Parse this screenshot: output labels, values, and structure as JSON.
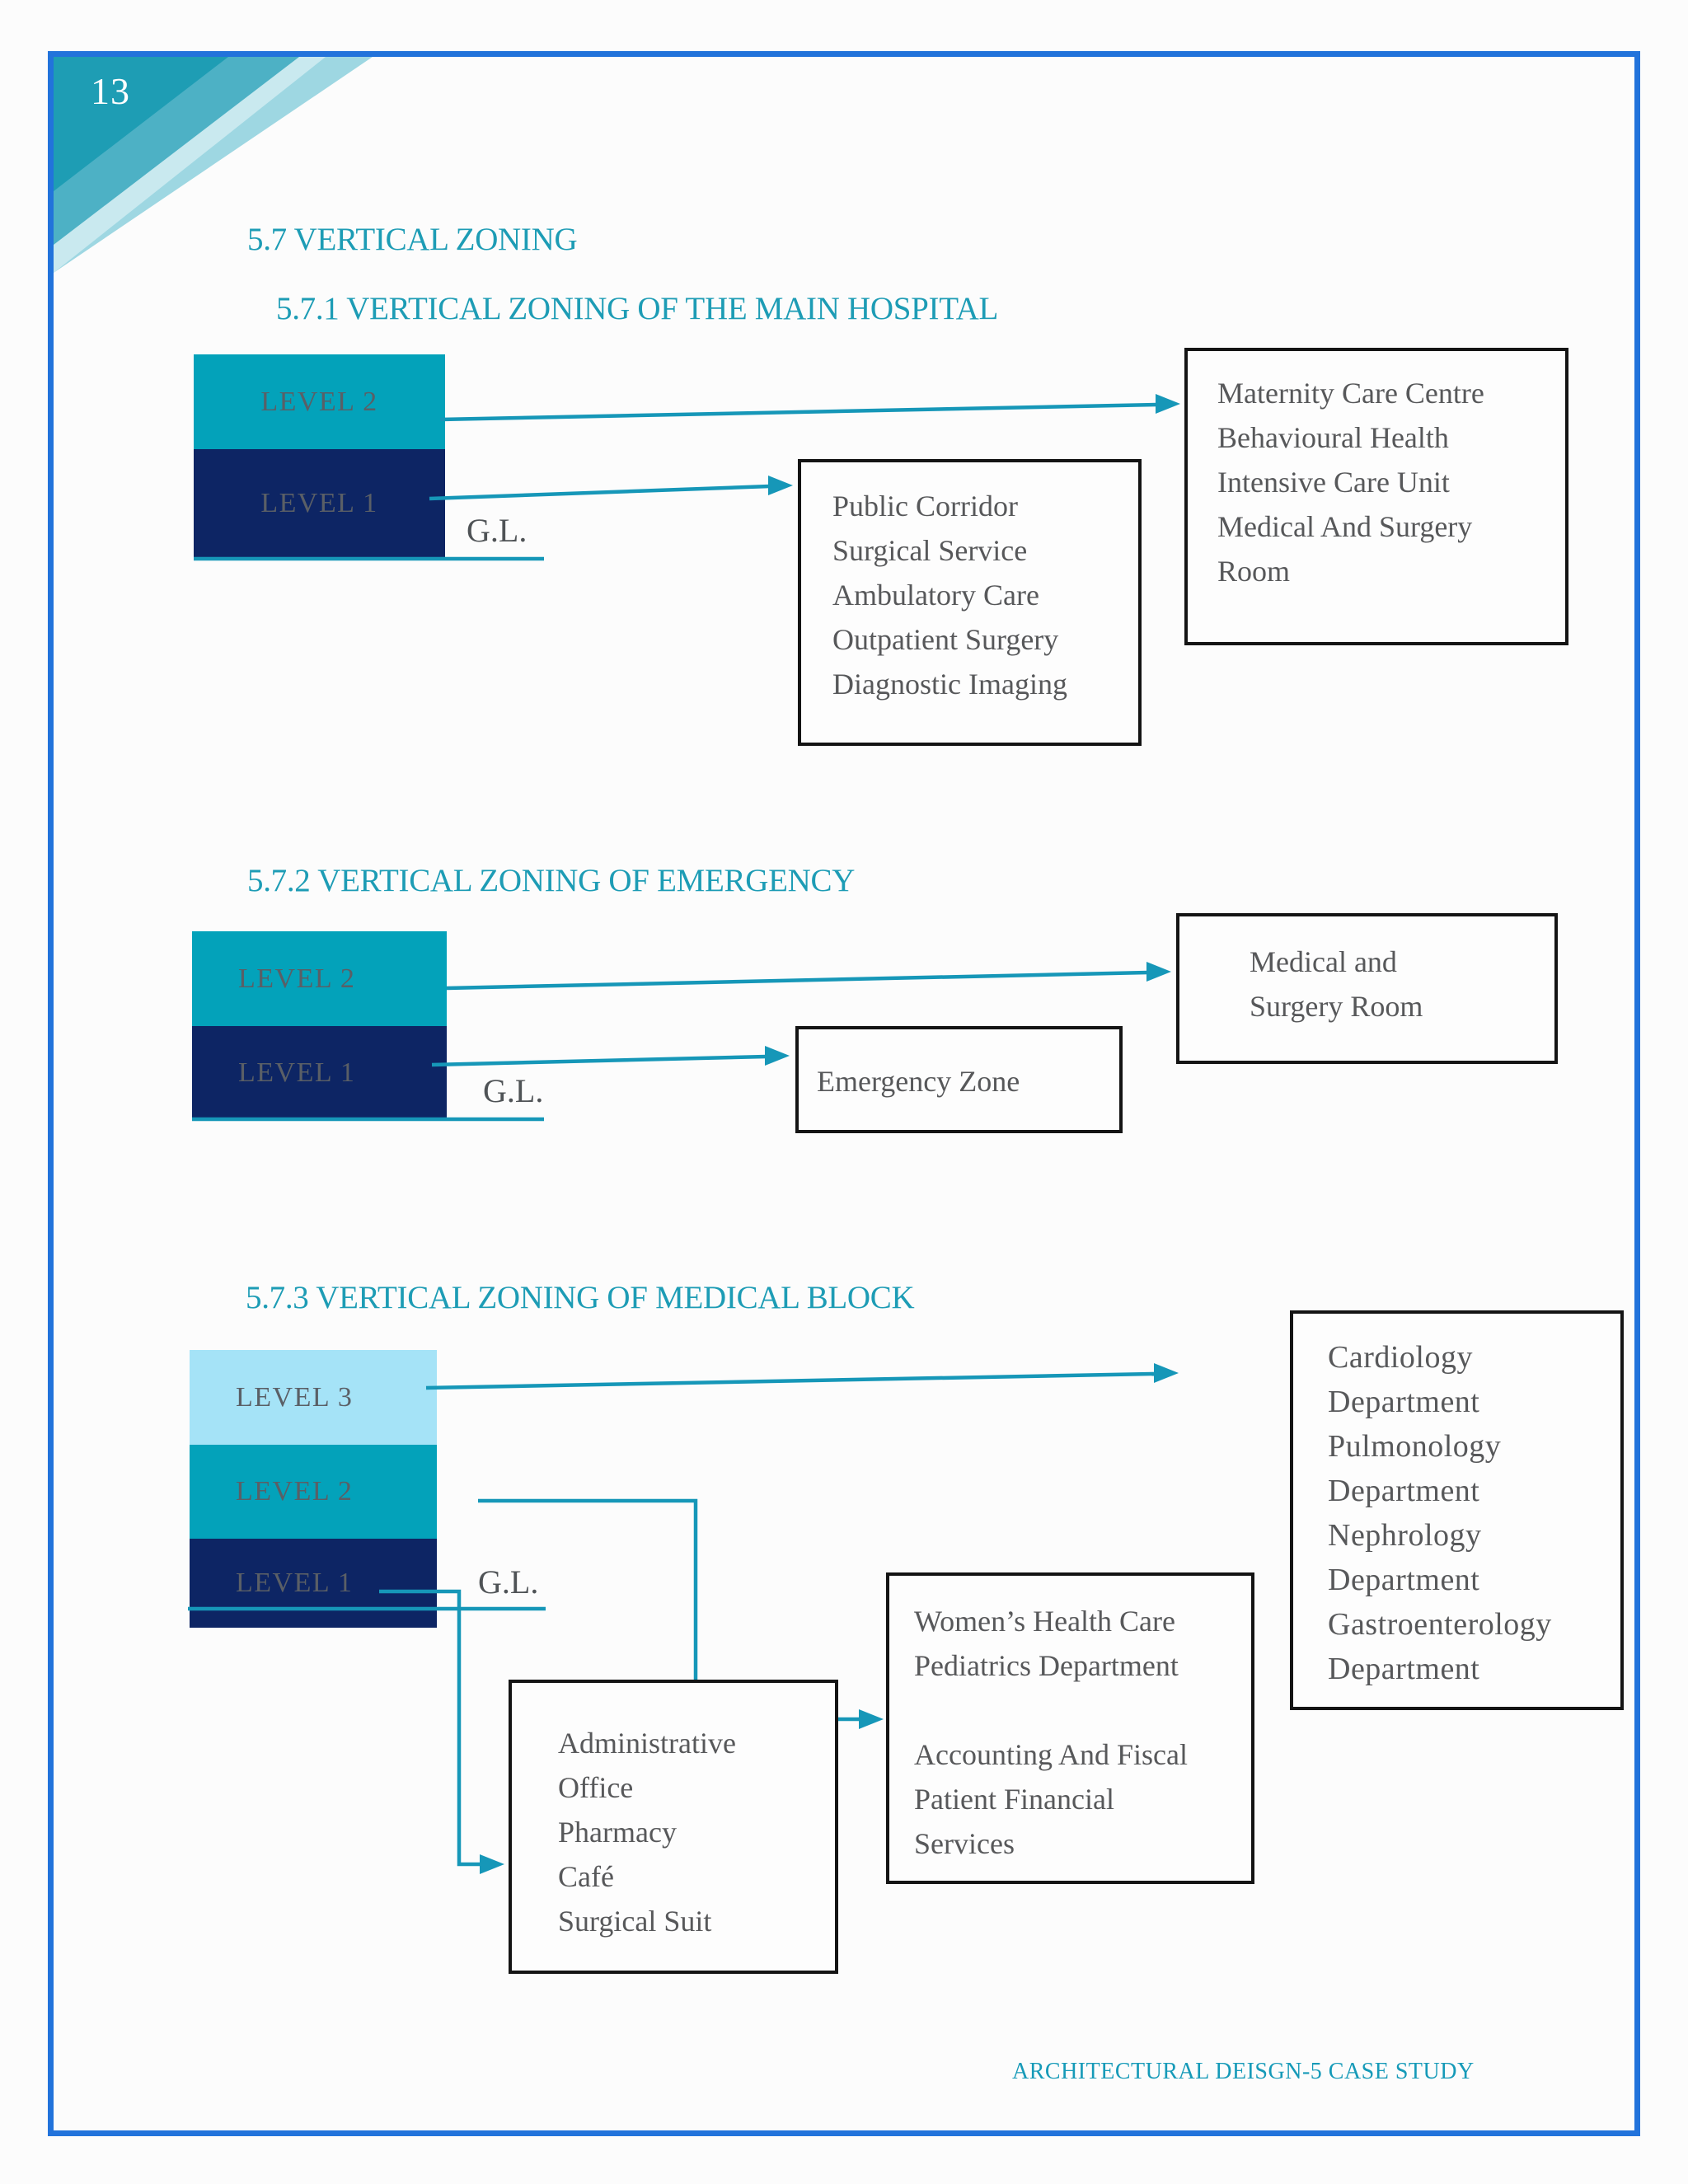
{
  "page": {
    "number": "13",
    "footer": "ARCHITECTURAL DEISGN-5 CASE STUDY"
  },
  "headings": {
    "s57": "5.7 VERTICAL ZONING",
    "s571": "5.7.1 VERTICAL ZONING OF THE MAIN HOSPITAL",
    "s572": "5.7.2 VERTICAL ZONING OF EMERGENCY",
    "s573": "5.7.3 VERTICAL ZONING OF MEDICAL BLOCK"
  },
  "common": {
    "ground_label": "G.L."
  },
  "colors": {
    "border_blue": "#2273db",
    "arrow_teal": "#1697b8",
    "level_teal": "#03a2ba",
    "level_navy": "#0d2564",
    "level_light_blue": "#a5e3f7",
    "heading_teal": "#1d9cb5",
    "box_text_gray": "#57585a",
    "corner_dark_teal": "#1e9db4"
  },
  "d1": {
    "levels": [
      {
        "label": "LEVEL 2"
      },
      {
        "label": "LEVEL 1"
      }
    ],
    "upper_box": [
      "Maternity Care Centre",
      "Behavioural Health",
      "Intensive Care Unit",
      "Medical And Surgery",
      "Room"
    ],
    "lower_box": [
      "Public Corridor",
      "Surgical Service",
      "Ambulatory Care",
      "Outpatient Surgery",
      "Diagnostic Imaging"
    ]
  },
  "d2": {
    "levels": [
      {
        "label": "LEVEL 2"
      },
      {
        "label": "LEVEL 1"
      }
    ],
    "upper_box": [
      "Medical and",
      "Surgery Room"
    ],
    "lower_box": [
      "Emergency Zone"
    ]
  },
  "d3": {
    "levels": [
      {
        "label": "LEVEL 3"
      },
      {
        "label": "LEVEL 2"
      },
      {
        "label": "LEVEL 1"
      }
    ],
    "right_box": [
      "Cardiology",
      "Department",
      "Pulmonology",
      "Department",
      "Nephrology",
      "Department",
      "Gastroenterology",
      "Department"
    ],
    "mid_box": [
      "Women’s Health Care",
      "Pediatrics Department",
      "",
      "Accounting And Fiscal",
      "Patient Financial",
      "Services"
    ],
    "left_box": [
      "Administrative",
      "Office",
      "Pharmacy",
      "Café",
      "Surgical Suit"
    ]
  }
}
